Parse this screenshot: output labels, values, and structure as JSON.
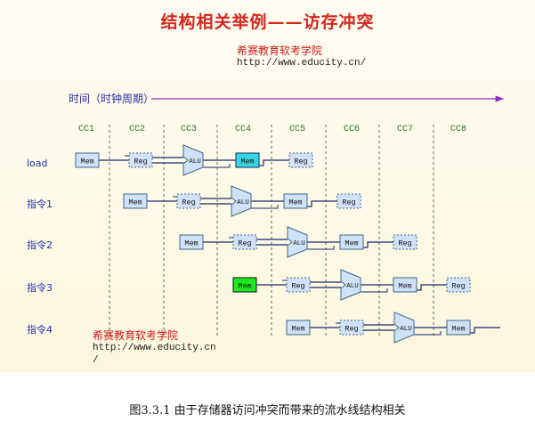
{
  "title": "结构相关举例——访存冲突",
  "watermark_top": {
    "name": "希赛教育软考学院",
    "url": "http://www.educity.cn/"
  },
  "watermark_bottom": {
    "name": "希赛教育软考学院",
    "url_line1": "http://www.educity.cn",
    "url_line2": "/"
  },
  "axis_label": "时间（时钟周期）",
  "cycles": [
    "CC1",
    "CC2",
    "CC3",
    "CC4",
    "CC5",
    "CC6",
    "CC7",
    "CC8"
  ],
  "rows": [
    "load",
    "指令1",
    "指令2",
    "指令3",
    "指令4"
  ],
  "stage_labels": {
    "mem": "Mem",
    "reg": "Reg",
    "alu": "ALU"
  },
  "conflict_mem_color": "#1ee81e",
  "load_mem_color": "#37d6e0",
  "caption": "图3.3.1 由于存储器访问冲突而带来的流水线结构相关"
}
